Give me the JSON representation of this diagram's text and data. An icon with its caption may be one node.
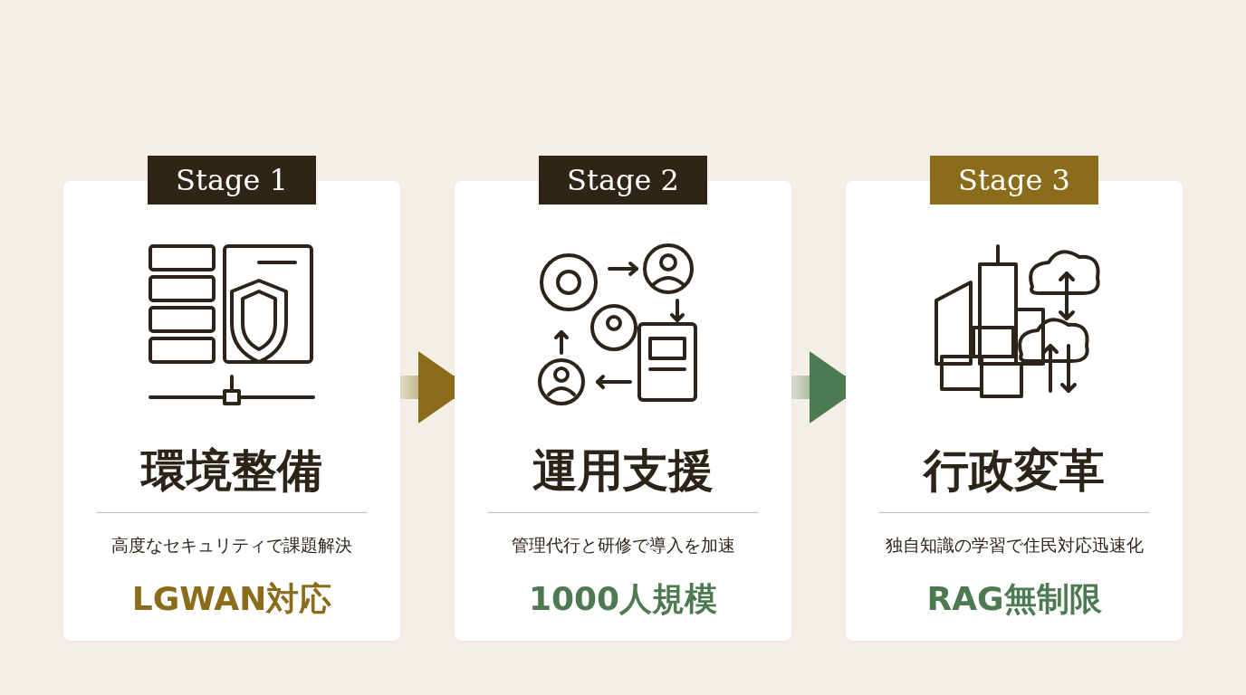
{
  "diagram": {
    "nodes": [
      {
        "text": [
          "Stage 1",
          "環境整備",
          "高度なセキュリティで課題解決",
          "LGWAN対応"
        ]
      },
      {
        "text": [
          "Stage 2",
          "運用支援",
          "管理代行と研修で導入を加速",
          "1000人規模"
        ]
      },
      {
        "text": [
          "Stage 3",
          "行政変革",
          "独自知識の学習で住民対応迅速化",
          "RAG無制限"
        ]
      }
    ],
    "edges": [
      {
        "from": 0,
        "to": 1,
        "arrow": "to",
        "color": "#8a6c1a"
      },
      {
        "from": 1,
        "to": 2,
        "arrow": "to",
        "color": "#4e7a52"
      }
    ]
  }
}
